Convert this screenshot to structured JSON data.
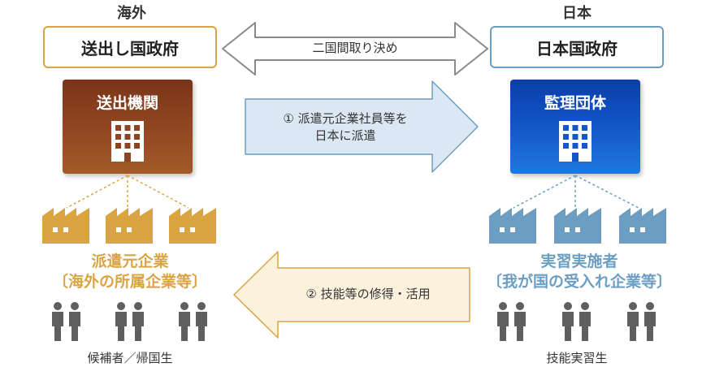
{
  "regions": {
    "left": "海外",
    "right": "日本"
  },
  "gov": {
    "left": "送出し国政府",
    "right": "日本国政府",
    "agreement": "二国間取り決め"
  },
  "orgs": {
    "left": "送出機関",
    "right": "監理団体"
  },
  "flows": {
    "dispatch_line1": "① 派遣元企業社員等を",
    "dispatch_line2": "日本に派遣",
    "return": "② 技能等の修得・活用"
  },
  "companies": {
    "left_line1": "派遣元企業",
    "left_line2": "〔海外の所属企業等〕",
    "right_line1": "実習実施者",
    "right_line2": "〔我が国の受入れ企業等〕"
  },
  "people": {
    "left": "候補者／帰国生",
    "right": "技能実習生"
  },
  "colors": {
    "left_accent": "#d9a441",
    "right_accent": "#6b9ec2",
    "left_org": "#8e4420",
    "right_org": "#1456c8",
    "people": "#5f5f5f",
    "dispatch_arrow": "#dbe8f3",
    "return_arrow": "#fbf1dd"
  }
}
